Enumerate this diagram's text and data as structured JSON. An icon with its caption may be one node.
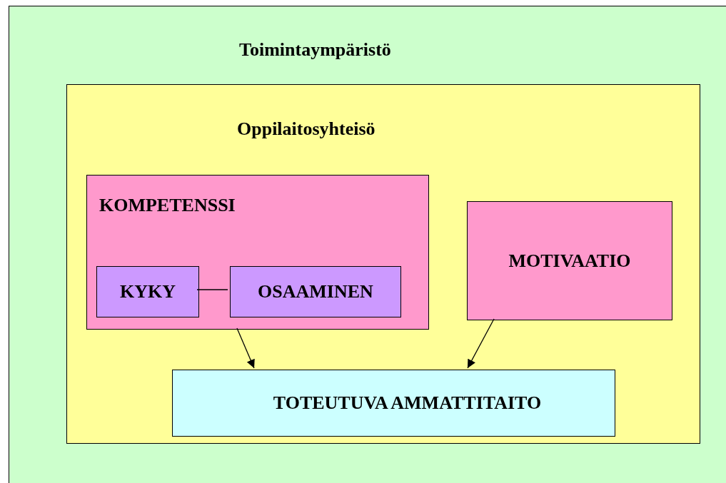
{
  "diagram": {
    "nodes": [
      {
        "text": [
          "Toimintaympäristö"
        ]
      },
      {
        "text": [
          "Oppilaitosyhteisö"
        ],
        "in": 0
      },
      {
        "text": [
          "KOMPETENSSI"
        ],
        "in": 1
      },
      {
        "text": [
          "KYKY"
        ],
        "in": 2
      },
      {
        "text": [
          "OSAAMINEN"
        ],
        "in": 2
      },
      {
        "text": [
          "MOTIVAATIO"
        ],
        "in": 1
      },
      {
        "text": [
          "TOTEUTUVA AMMATTITAITO"
        ],
        "in": 1
      }
    ],
    "edges": [
      {
        "from": 3,
        "to": 4,
        "arrow": "none"
      },
      {
        "from": 2,
        "to": 6,
        "arrow": "to"
      },
      {
        "from": 5,
        "to": 6,
        "arrow": "to"
      }
    ]
  }
}
